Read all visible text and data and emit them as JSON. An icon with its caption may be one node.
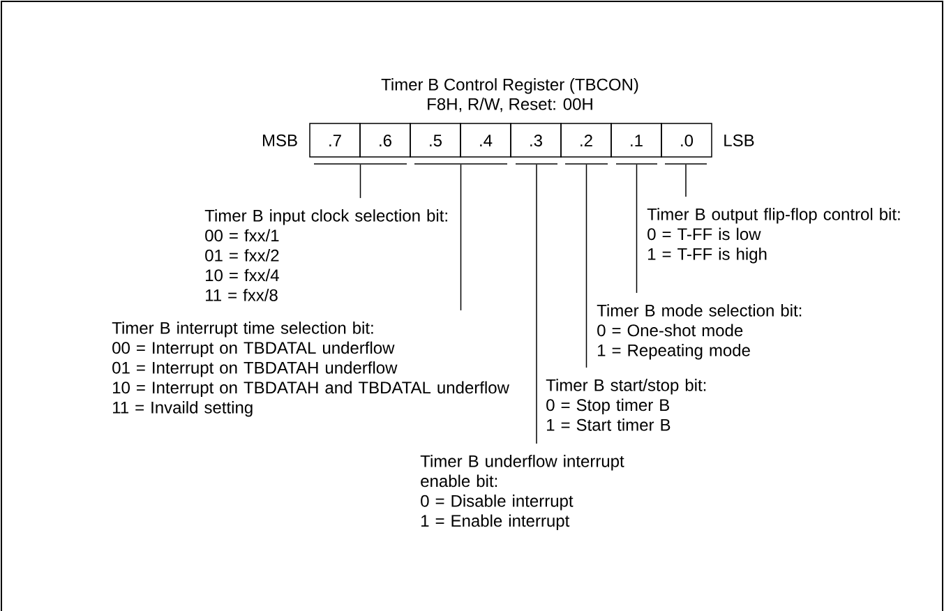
{
  "diagram": {
    "title": "Timer B Control Register (TBCON)",
    "nodes": [
      {
        "text": [
          ".7"
        ]
      },
      {
        "text": [
          ".6"
        ]
      },
      {
        "text": [
          ".5"
        ]
      },
      {
        "text": [
          ".4"
        ]
      },
      {
        "text": [
          ".3"
        ]
      },
      {
        "text": [
          ".2"
        ]
      },
      {
        "text": [
          ".1"
        ]
      },
      {
        "text": [
          ".0"
        ]
      },
      {
        "text": [],
        "shape": "bar"
      },
      {
        "text": [],
        "shape": "bar"
      },
      {
        "text": [],
        "shape": "bar"
      },
      {
        "text": [],
        "shape": "bar"
      },
      {
        "text": [],
        "shape": "bar"
      },
      {
        "text": [],
        "shape": "bar"
      },
      {
        "text": [
          "Timer B input clock selection bit:",
          "00 = fxx/1",
          "01 = fxx/2",
          "10 = fxx/4",
          "11 = fxx/8"
        ]
      },
      {
        "text": [
          "Timer B interrupt time selection bit:",
          "00 = Interrupt on TBDATAL underflow",
          "01 = Interrupt on TBDATAH underflow",
          "10 = Interrupt on TBDATAH and TBDATAL underflow",
          "11 = Invaild setting"
        ]
      },
      {
        "text": [
          "Timer B underflow interrupt enable bit:",
          "0 = Disable interrupt",
          "1 = Enable interrupt"
        ]
      },
      {
        "text": [
          "Timer B start/stop bit:",
          "0 = Stop timer B",
          "1 = Start timer B"
        ]
      },
      {
        "text": [
          "Timer B mode selection bit:",
          "0 = One-shot mode",
          "1 = Repeating mode"
        ]
      },
      {
        "text": [
          "Timer B output flip-flop control bit:",
          "0 = T-FF is low",
          "1 = T-FF is high"
        ]
      }
    ],
    "edges": [
      {
        "from": 14,
        "to": 8,
        "arrow": "none"
      },
      {
        "from": 15,
        "to": 9,
        "arrow": "none"
      },
      {
        "from": 16,
        "to": 10,
        "arrow": "none"
      },
      {
        "from": 17,
        "to": 11,
        "arrow": "none"
      },
      {
        "from": 18,
        "to": 12,
        "arrow": "none"
      },
      {
        "from": 19,
        "to": 13,
        "arrow": "none"
      }
    ],
    "labels": [
      "F8H, R/W, Reset: 00H",
      "MSB",
      "LSB"
    ]
  }
}
